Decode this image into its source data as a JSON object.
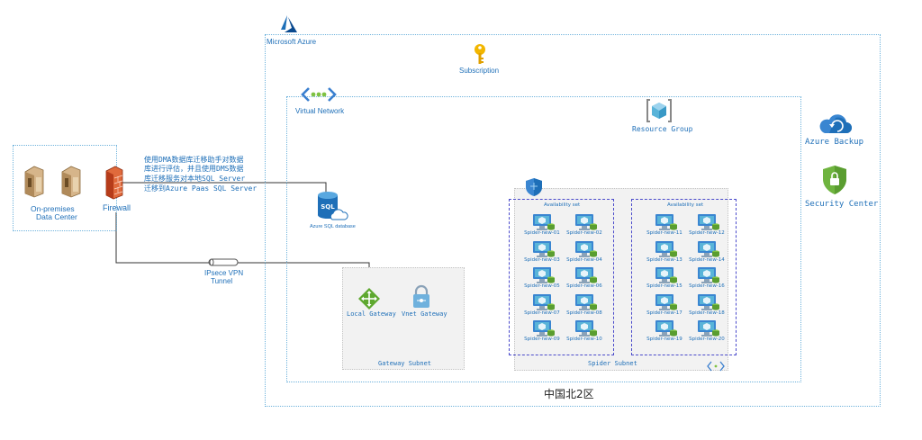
{
  "on_prem": {
    "label_line1": "On-premises",
    "label_line2": "Data Center"
  },
  "firewall": {
    "label": "Firewall"
  },
  "migration_note": {
    "lines": [
      "使用DMA数据库迁移助手对数据",
      "库进行评估，并且使用DMS数据",
      "库迁移服务对本地SQL Server",
      "迁移到Azure Paas SQL Server"
    ]
  },
  "vpn": {
    "label_line1": "IPsece VPN",
    "label_line2": "Tunnel"
  },
  "azure": {
    "label": "Microsoft Azure"
  },
  "subscription": {
    "label": "Subscription"
  },
  "vnet": {
    "label": "Virtual Network"
  },
  "resource_group": {
    "label": "Resource Group"
  },
  "sql": {
    "label": "Azure SQL database"
  },
  "gateway_subnet": {
    "label": "Gateway Subnet",
    "local_gateway": "Local Gateway",
    "vnet_gateway": "Vnet Gateway"
  },
  "spider_subnet": {
    "label": "Spider Subnet"
  },
  "availability_sets": [
    {
      "label": "Availability set",
      "vms": [
        "Spider-new-01",
        "Spider-new-02",
        "Spider-new-03",
        "Spider-new-04",
        "Spider-new-05",
        "Spider-new-06",
        "Spider-new-07",
        "Spider-new-08",
        "Spider-new-09",
        "Spider-new-10"
      ]
    },
    {
      "label": "Availability set",
      "vms": [
        "Spider-new-11",
        "Spider-new-12",
        "Spider-new-13",
        "Spider-new-14",
        "Spider-new-15",
        "Spider-new-16",
        "Spider-new-17",
        "Spider-new-18",
        "Spider-new-19",
        "Spider-new-20"
      ]
    }
  ],
  "azure_backup": {
    "label": "Azure Backup"
  },
  "security_center": {
    "label": "Security Center"
  },
  "region": {
    "label": "中国北2区"
  },
  "colors": {
    "azure_blue": "#1e6fb8",
    "dotted_border": "#6fb3dc",
    "dashed_border": "#4a4acb",
    "subnet_fill": "#f2f2f2",
    "security_green": "#6fb43f",
    "firewall_red": "#c9421f"
  }
}
